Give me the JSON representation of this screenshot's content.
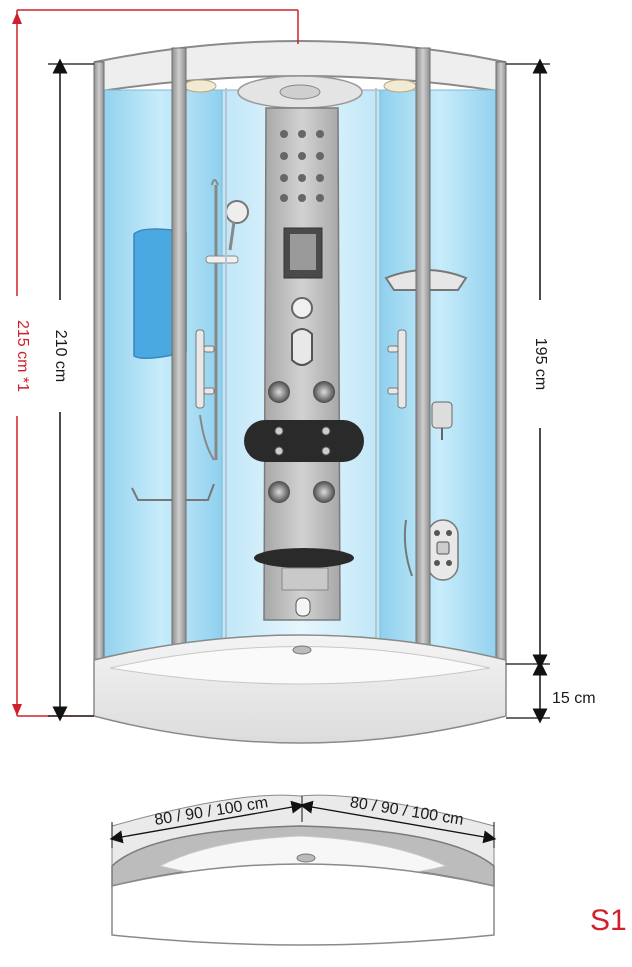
{
  "dimensions": {
    "total_height": "215 cm *1",
    "cabin_height": "210 cm",
    "glass_height": "195 cm",
    "tray_height": "15 cm",
    "width_left": "80 / 90 / 100 cm",
    "width_right": "80 / 90 / 100 cm"
  },
  "variant_badge": "S1",
  "colors": {
    "dimension_red": "#d0202b",
    "glass_blue": "#9fd8f0",
    "frame_gray": "#a9a9a9",
    "panel_gray": "#b9b9b9"
  }
}
